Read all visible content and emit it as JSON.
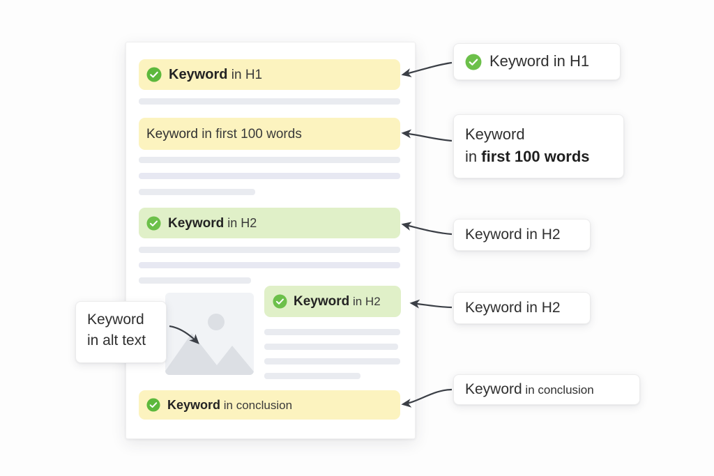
{
  "background_color": "#fdfdfd",
  "colors": {
    "highlight_yellow": "#fcf3bf",
    "highlight_green": "#e0f0c8",
    "check_green": "#5cb83c",
    "skeleton_gray": "#e9ebf0",
    "image_placeholder_gray": "#f1f3f6",
    "arrow_dark": "#3b3f46",
    "card_white": "#ffffff",
    "text_dark": "#232323"
  },
  "document": {
    "title": "SEO page mockup",
    "bars": [
      {
        "id": "h1-bar",
        "keyword": "Keyword",
        "suffix": " in H1",
        "highlight": "yellow",
        "has_check": true
      },
      {
        "id": "first-100-words-bar",
        "keyword": "Keyword",
        "suffix": " in first 100 words",
        "highlight": "yellow",
        "has_check": false
      },
      {
        "id": "h2-bar-1",
        "keyword": "Keyword",
        "suffix": " in H2",
        "highlight": "green",
        "has_check": true
      },
      {
        "id": "h2-bar-2",
        "keyword": "Keyword",
        "suffix": " in H2",
        "highlight": "green",
        "has_check": true
      },
      {
        "id": "conclusion-bar",
        "keyword": "Keyword",
        "suffix": " in conclusion",
        "highlight": "yellow",
        "has_check": true
      }
    ],
    "image_placeholder": {
      "icon": "image-placeholder-icon"
    }
  },
  "callouts": [
    {
      "id": "callout-h1",
      "has_check": true,
      "line1_regular": "Keyword",
      "line1_rest": " in H1",
      "line2_regular": "",
      "line2_bold": ""
    },
    {
      "id": "callout-first-100-words",
      "has_check": false,
      "line1_regular": "Keyword",
      "line1_rest": "",
      "line2_regular": "in ",
      "line2_bold": "first 100 words"
    },
    {
      "id": "callout-h2-1",
      "has_check": false,
      "line1_regular": "Keyword",
      "line1_rest": " in H2",
      "line2_regular": "",
      "line2_bold": ""
    },
    {
      "id": "callout-h2-2",
      "has_check": false,
      "line1_regular": "Keyword",
      "line1_rest": " in H2",
      "line2_regular": "",
      "line2_bold": ""
    },
    {
      "id": "callout-conclusion",
      "has_check": false,
      "line1_regular": "Keyword",
      "line1_rest": " in conclusion",
      "line2_regular": "",
      "line2_bold": ""
    }
  ],
  "alt_text_callout": {
    "id": "callout-alt-text",
    "line1": "Keyword",
    "line2": "in alt text"
  }
}
